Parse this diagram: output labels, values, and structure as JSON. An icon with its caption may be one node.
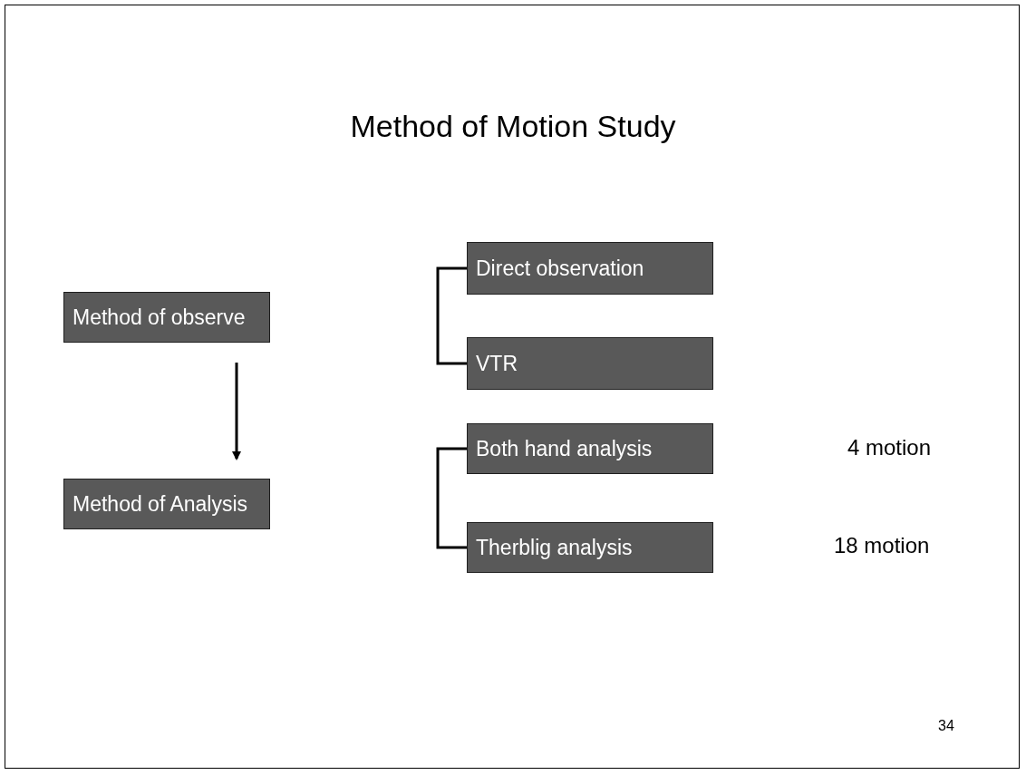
{
  "diagram": {
    "title": "Method of Motion Study",
    "nodes": [
      {
        "text": [
          "Method of observe"
        ]
      },
      {
        "text": [
          "Direct observation"
        ]
      },
      {
        "text": [
          "VTR"
        ]
      },
      {
        "text": [
          "Method of Analysis"
        ]
      },
      {
        "text": [
          "Both hand analysis"
        ]
      },
      {
        "text": [
          "Therblig analysis"
        ]
      }
    ],
    "edges": [
      {
        "from": 0,
        "to": 3,
        "arrow": "to"
      },
      {
        "from": 1,
        "to": 2,
        "arrow": "none"
      },
      {
        "from": 4,
        "to": 5,
        "arrow": "none"
      }
    ],
    "labels": [
      "4 motion",
      "18 motion",
      "34"
    ]
  }
}
